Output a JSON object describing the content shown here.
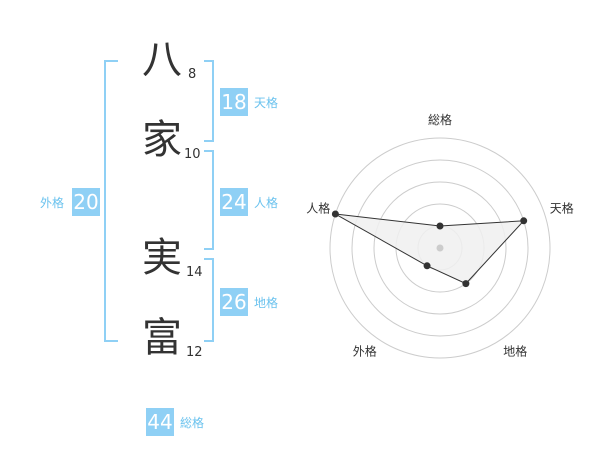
{
  "name": {
    "chars": [
      {
        "char": "八",
        "strokes": "8"
      },
      {
        "char": "家",
        "strokes": "10"
      },
      {
        "char": "実",
        "strokes": "14"
      },
      {
        "char": "富",
        "strokes": "12"
      }
    ]
  },
  "fortune": {
    "tenkaku": {
      "value": "18",
      "label": "天格"
    },
    "jinkaku": {
      "value": "24",
      "label": "人格"
    },
    "chikaku": {
      "value": "26",
      "label": "地格"
    },
    "gaikaku": {
      "value": "20",
      "label": "外格"
    },
    "soukaku": {
      "value": "44",
      "label": "総格"
    }
  },
  "chart_data": {
    "type": "radar",
    "axes": [
      "総格",
      "天格",
      "地格",
      "外格",
      "人格"
    ],
    "values": [
      1,
      4,
      2,
      1,
      5
    ],
    "rmax": 5,
    "rings": 5,
    "colors": {
      "fill": "#f0f0f0",
      "stroke": "#333333",
      "ring": "#cccccc",
      "center": "#cccccc"
    }
  }
}
